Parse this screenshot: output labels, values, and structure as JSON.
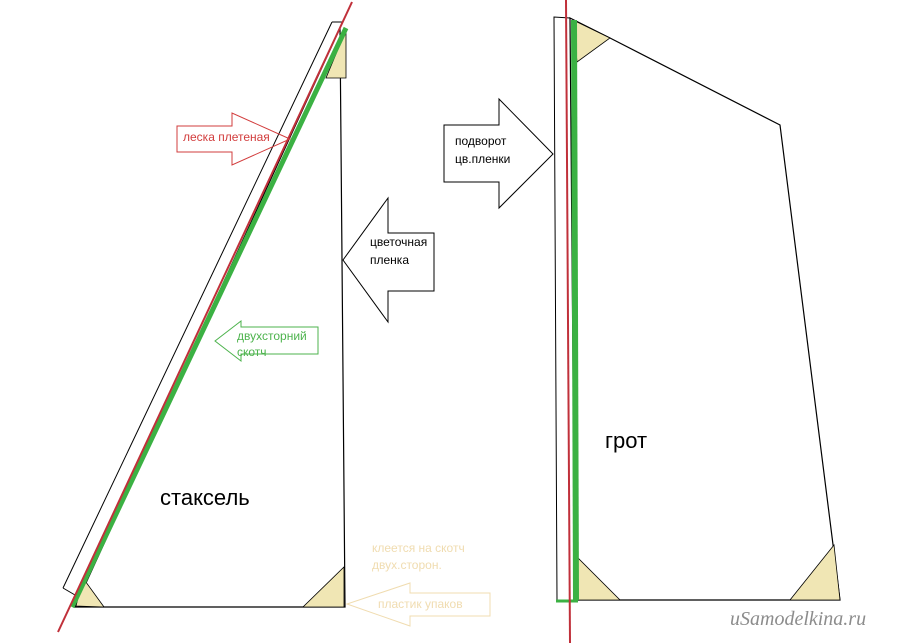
{
  "labels": {
    "staysail": "стаксель",
    "mainsail": "грот",
    "braided_line": "леска плетеная",
    "double_tape_1": "двухсторний",
    "double_tape_2": "скотч",
    "color_film_1": "цветочная",
    "color_film_2": "пленка",
    "fold_1": "подворот",
    "fold_2": "цв.пленки",
    "glued_1": "клеется на скотч",
    "glued_2": "двух.сторон.",
    "plastic": "пластик упаков",
    "watermark": "uSamodelkina.ru"
  },
  "colors": {
    "line_red": "#c0303a",
    "tape_green": "#3bb143",
    "text_red": "#d23c3c",
    "text_green": "#4db34d",
    "text_beige": "#f0dcb0",
    "patch_fill": "#f0e6b4",
    "outline": "#000000",
    "watermark": "#8c8c8c"
  }
}
